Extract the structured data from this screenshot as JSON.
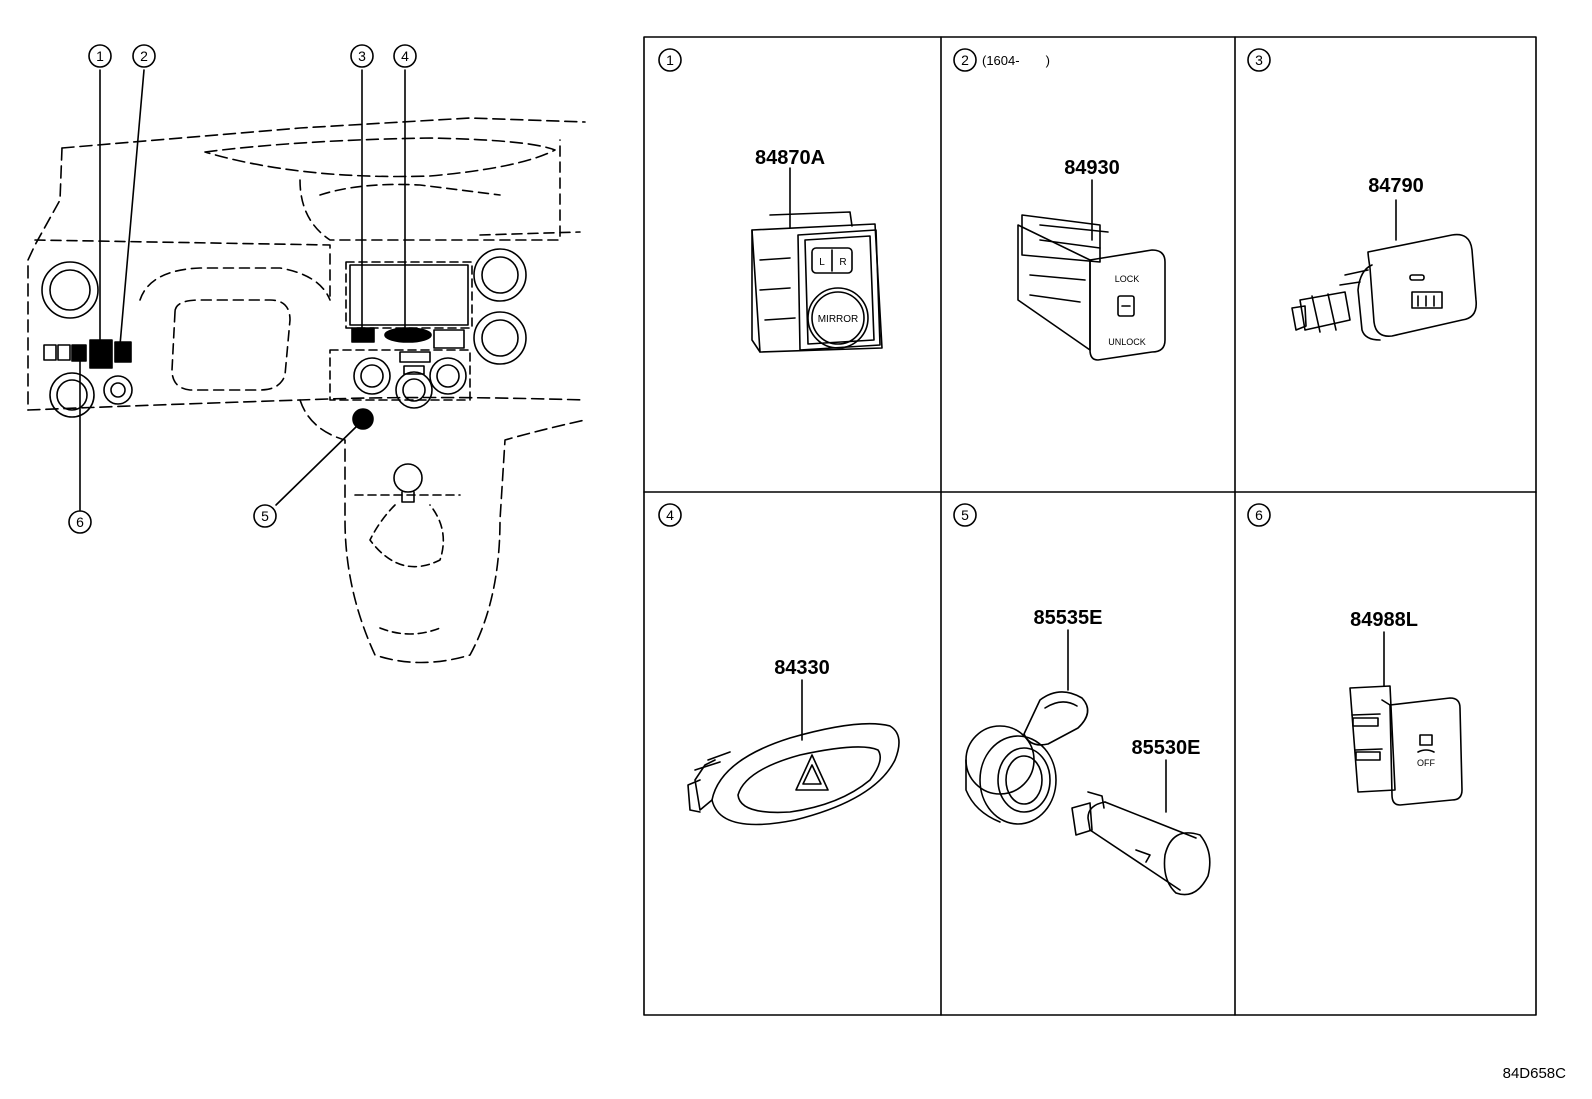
{
  "diagram": {
    "callouts": [
      "1",
      "2",
      "3",
      "4",
      "5",
      "6"
    ],
    "grid": {
      "cells": [
        {
          "num": "1",
          "extra": "",
          "parts": [
            "84870A"
          ]
        },
        {
          "num": "2",
          "extra": "(1604-　　)",
          "parts": [
            "84930"
          ]
        },
        {
          "num": "3",
          "extra": "",
          "parts": [
            "84790"
          ]
        },
        {
          "num": "4",
          "extra": "",
          "parts": [
            "84330"
          ]
        },
        {
          "num": "5",
          "extra": "",
          "parts": [
            "85535E",
            "85530E"
          ]
        },
        {
          "num": "6",
          "extra": "",
          "parts": [
            "84988L"
          ]
        }
      ]
    },
    "switch_labels": {
      "mirror": "MIRROR",
      "l": "L",
      "r": "R",
      "lock": "LOCK",
      "unlock": "UNLOCK",
      "off": "OFF"
    },
    "illustration_code": "84D658C"
  },
  "colors": {
    "line": "#000000",
    "background": "#ffffff"
  }
}
